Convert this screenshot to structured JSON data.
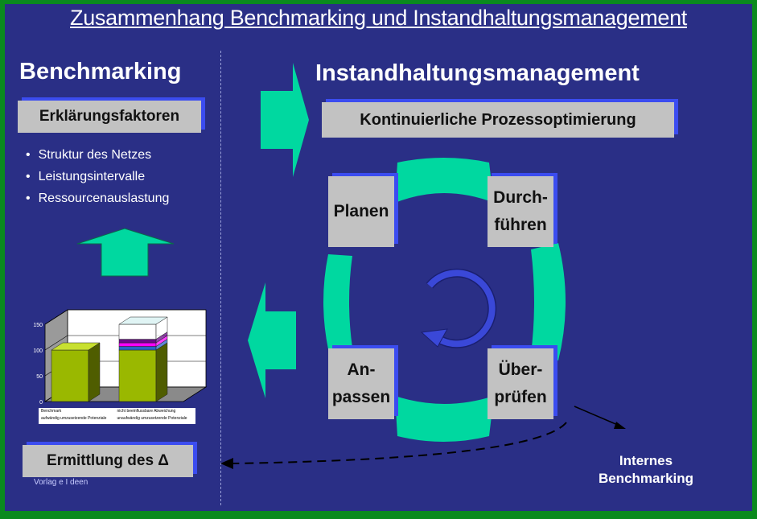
{
  "title": "Zusammenhang  Benchmarking und Instandhaltungsmanagement",
  "left": {
    "heading": "Benchmarking",
    "factors_box": "Erklärungsfaktoren",
    "factors": [
      "Struktur des Netzes",
      "Leistungsintervalle",
      "Ressourcenauslastung"
    ],
    "result_box": "Ermittlung des Δ",
    "footer_note": "Vorlag e I deen"
  },
  "right": {
    "heading": "Instandhaltungsmanagement",
    "process_box": "Kontinuierliche Prozessoptimierung",
    "cycle": {
      "plan": [
        "Planen"
      ],
      "do": [
        "Durch-",
        "führen"
      ],
      "check": [
        "Über-",
        "prüfen"
      ],
      "act": [
        "An-",
        "passen"
      ]
    },
    "internal_label": [
      "Internes",
      "Benchmarking"
    ]
  },
  "chart_data": {
    "type": "bar",
    "categories": [
      "",
      ""
    ],
    "yticks": [
      0,
      50,
      100,
      150
    ],
    "ylim": [
      0,
      150
    ],
    "values": [
      100,
      150
    ],
    "stacked_segments_second_bar": [
      "#9ab800",
      "#2a62c6",
      "#ff00ff",
      "#6a0a8a",
      "#ffffff"
    ],
    "legend": [
      "Benchmark",
      "nicht beeinflussbare Abweichung",
      "aufwändig umzusetzende Potenziale",
      "unaufwändig umzusetzende Potenziale"
    ]
  },
  "colors": {
    "background": "#2a2f86",
    "border": "#0a8a1e",
    "accent": "#00d8a0",
    "box": "#c2c2c2",
    "box_shadow": "#3b4cf0",
    "bar_green": "#9ab800"
  }
}
